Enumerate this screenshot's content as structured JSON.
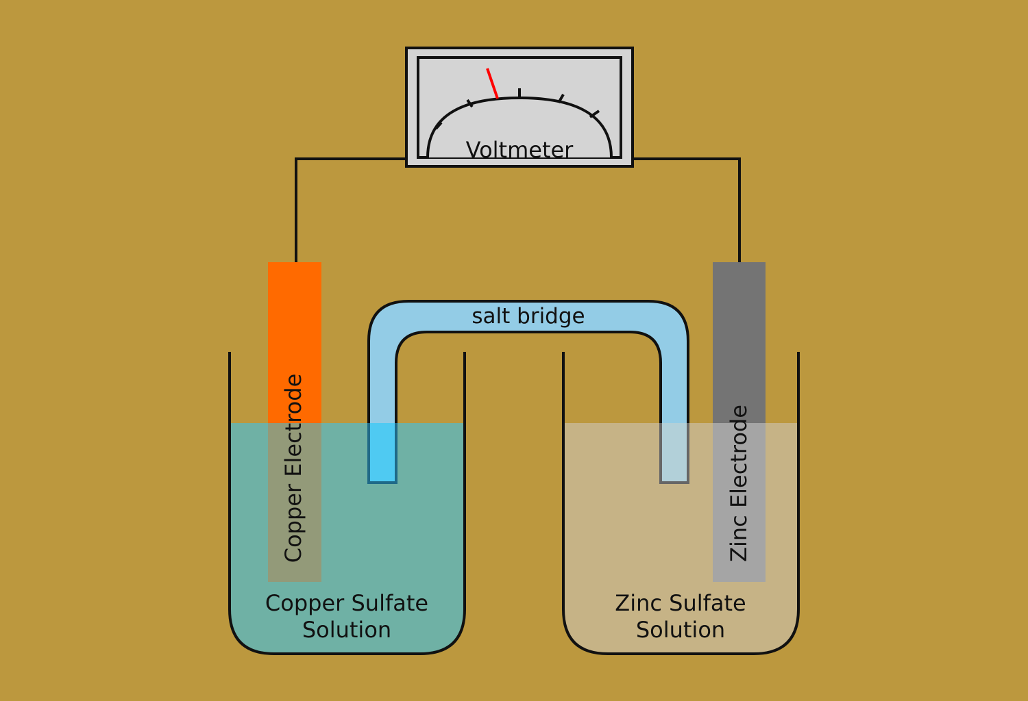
{
  "colors": {
    "background": "#BC983E",
    "copper_electrode": "#FF6A00",
    "copper_electrode_submerged": "#939A79",
    "copper_solution": "#6FB1A5",
    "zinc_electrode": "#747474",
    "zinc_electrode_submerged": "#A5A5A5",
    "zinc_solution": "#C6B386",
    "salt_bridge": "#93CCE6",
    "salt_bridge_in_copper": "#4FCAF2",
    "salt_bridge_in_zinc": "#B2D0D9",
    "voltmeter_face": "#D4D4D4",
    "needle": "#FF0000",
    "outline": "#111111"
  },
  "voltmeter": {
    "label": "Voltmeter"
  },
  "salt_bridge": {
    "label": "salt bridge"
  },
  "left_cell": {
    "electrode_label": "Copper Electrode",
    "solution_line1": "Copper Sulfate",
    "solution_line2": "Solution"
  },
  "right_cell": {
    "electrode_label": "Zinc Electrode",
    "solution_line1": "Zinc Sulfate",
    "solution_line2": "Solution"
  }
}
